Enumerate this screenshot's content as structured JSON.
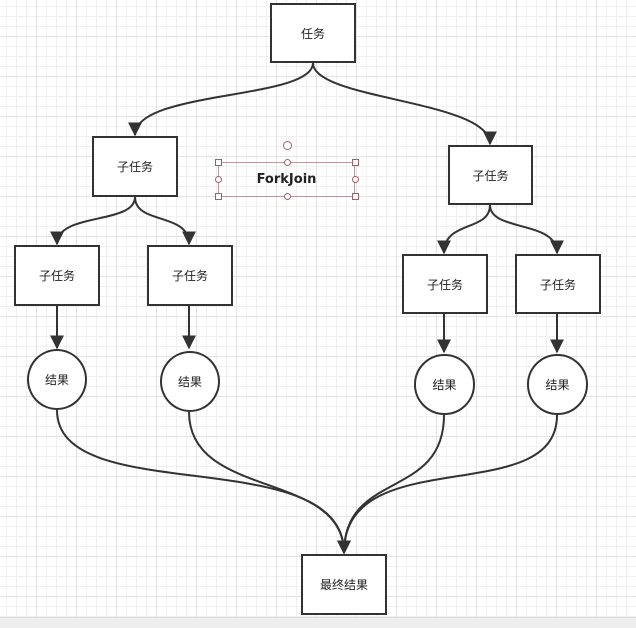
{
  "diagram": {
    "root": {
      "label": "任务"
    },
    "annotation": {
      "label": "ForkJoin"
    },
    "left_branch": {
      "subtask": {
        "label": "子任务"
      },
      "children": [
        {
          "subtask": "子任务",
          "result": "结果"
        },
        {
          "subtask": "子任务",
          "result": "结果"
        }
      ]
    },
    "right_branch": {
      "subtask": {
        "label": "子任务"
      },
      "children": [
        {
          "subtask": "子任务",
          "result": "结果"
        },
        {
          "subtask": "子任务",
          "result": "结果"
        }
      ]
    },
    "final": {
      "label": "最终结果"
    }
  },
  "colors": {
    "stroke": "#333333",
    "grid": "#e3e3e3",
    "selection_handle": "#a0606a"
  }
}
